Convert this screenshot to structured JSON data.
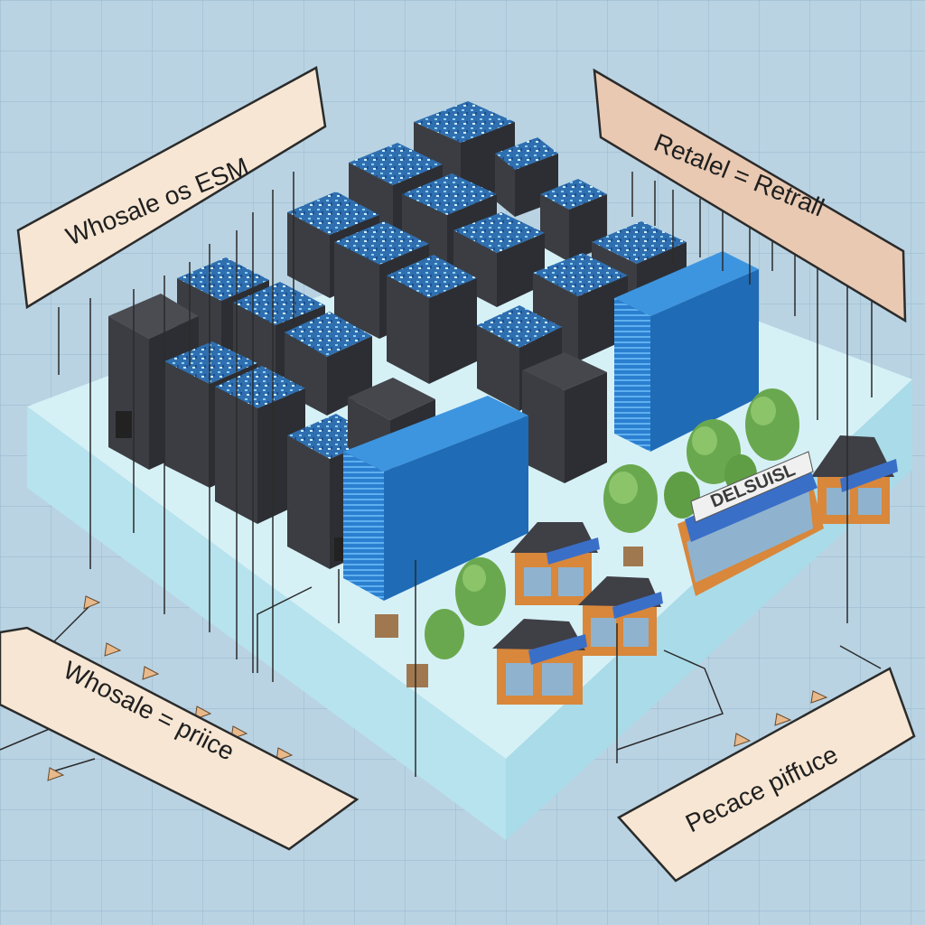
{
  "labels": {
    "top_left": "Whosale os ESM",
    "top_right": "Retalel = Retrall",
    "bottom_left": "Whosale = priice",
    "bottom_right": "Pecace piffuce",
    "store_sign": "DELSUISL"
  },
  "colors": {
    "background": "#b9d3e3",
    "grid": "#9dbcd0",
    "platform_top": "#d6f1f6",
    "platform_side": "#a9dbe8",
    "label_fill": "#f6e6d3",
    "label_fill_right": "#e9c9b2",
    "label_border": "#2b2b2b",
    "warehouse_dark": "#3b3d42",
    "warehouse_top": "#2f6fb0",
    "stack_blue": "#2b7fd0",
    "tree_green": "#6aa84f",
    "shop_orange": "#d8873b",
    "awning_blue": "#3a6fc8"
  }
}
